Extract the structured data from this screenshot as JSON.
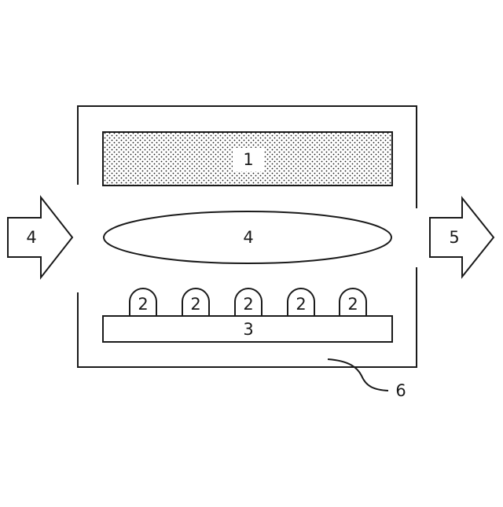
{
  "labels": {
    "filter_block": "1",
    "leds": [
      "2",
      "2",
      "2",
      "2",
      "2"
    ],
    "led_board": "3",
    "inlet_arrow": "4",
    "ellipse": "4",
    "outlet_arrow": "5",
    "housing_ref": "6"
  }
}
